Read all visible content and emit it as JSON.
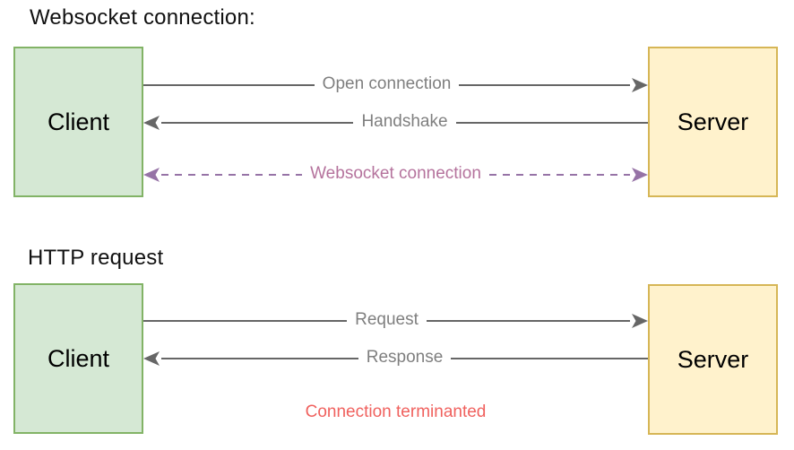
{
  "palette": {
    "client_fill": "#d5e8d4",
    "client_border": "#82b366",
    "server_fill": "#fff2cc",
    "server_border": "#d6b656",
    "arrow_gray": "#666666",
    "label_gray": "#7f7f7f",
    "websocket_purple": "#9673a6",
    "websocket_label": "#b5739d",
    "note_red": "#f0615e",
    "title_black": "#111111"
  },
  "websocket_section": {
    "title": "Websocket connection:",
    "client_label": "Client",
    "server_label": "Server",
    "arrows": {
      "open_connection": {
        "label": "Open connection",
        "direction": "right",
        "style": "solid"
      },
      "handshake": {
        "label": "Handshake",
        "direction": "left",
        "style": "solid"
      },
      "websocket": {
        "label": "Websocket connection",
        "direction": "both",
        "style": "dashed"
      }
    }
  },
  "http_section": {
    "title": "HTTP request",
    "client_label": "Client",
    "server_label": "Server",
    "arrows": {
      "request": {
        "label": "Request",
        "direction": "right",
        "style": "solid"
      },
      "response": {
        "label": "Response",
        "direction": "left",
        "style": "solid"
      }
    },
    "note": "Connection terminanted"
  }
}
